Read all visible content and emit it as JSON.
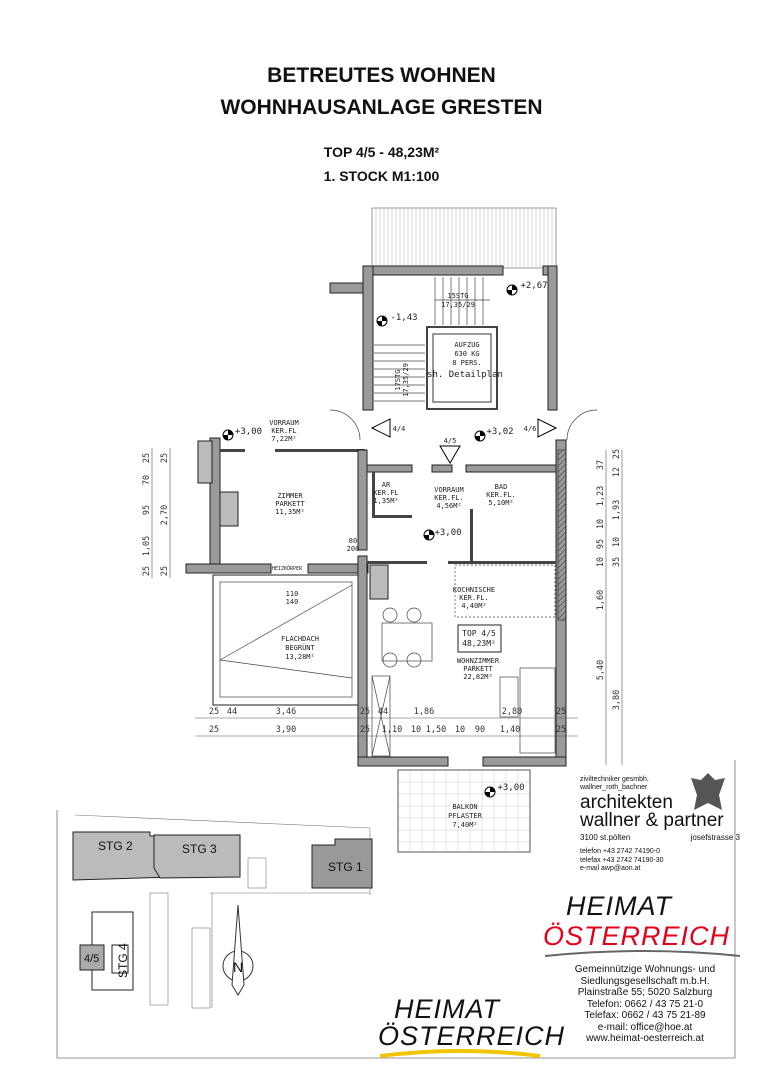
{
  "header": {
    "line1": "BETREUTES WOHNEN",
    "line2": "WOHNHAUSANLAGE GRESTEN",
    "unit": "TOP 4/5 - 48,23M²",
    "floor_scale": "1. STOCK   M1:100"
  },
  "rooms": [
    {
      "name": "VORRAUM",
      "floor": "KER.FL",
      "area": "7,22M²"
    },
    {
      "name": "ZIMMER",
      "floor": "PARKETT",
      "area": "11,35M²"
    },
    {
      "name": "AR",
      "floor": "KER.FL",
      "area": "1,35M²"
    },
    {
      "name": "VORRAUM",
      "floor": "KER.FL.",
      "area": "4,56M²"
    },
    {
      "name": "BAD",
      "floor": "KER.FL.",
      "area": "5,10M²"
    },
    {
      "name": "KOCHNISCHE",
      "floor": "KER.FL.",
      "area": "4,40M²"
    },
    {
      "name": "WOHNZIMMER",
      "floor": "PARKETT",
      "area": "22,82M²"
    },
    {
      "name": "FLACHDACH",
      "floor": "BEGRÜNT",
      "area": "13,28M²"
    },
    {
      "name": "BALKON",
      "floor": "PFLASTER",
      "area": "7,40M²"
    }
  ],
  "unit_box": {
    "top": "TOP 4/5",
    "area": "48,23M²"
  },
  "stairs": {
    "upper": "15STG",
    "upper_ratio": "17,35/29",
    "lower": "17STG",
    "lower_ratio": "17,35/29"
  },
  "elevator": {
    "l1": "AUFZUG",
    "l2": "630 KG",
    "l3": "8 PERS.",
    "note": "sh. Detailplan"
  },
  "levels": [
    "+3,00",
    "-1,43",
    "+2,67",
    "+3,02",
    "+3,00",
    "+3,00"
  ],
  "doors": [
    "4/4",
    "4/5",
    "4/6"
  ],
  "radiator": "HEIZKÖRPER",
  "dimensions": {
    "row1": [
      "25",
      "44",
      "3,46",
      "25",
      "44",
      "1,86",
      "2,80",
      "25"
    ],
    "row2": [
      "25",
      "3,90",
      "25",
      "1,10",
      "10",
      "1,50",
      "10",
      "90",
      "1,40",
      "25"
    ],
    "left_a": [
      "25",
      "70",
      "95",
      "1,05",
      "25"
    ],
    "left_b": [
      "25",
      "2,70",
      "25"
    ],
    "right_a": [
      "37",
      "1,23",
      "10",
      "95",
      "10",
      "1,60",
      "5,40"
    ],
    "right_b": [
      "12",
      "25",
      "1,93",
      "10",
      "35",
      "3,80"
    ],
    "window": [
      "110",
      "140"
    ],
    "door": [
      "80",
      "200"
    ]
  },
  "site_plan": {
    "buildings": [
      "STG 2",
      "STG 3",
      "STG 1",
      "STG 4",
      "4/5"
    ],
    "north": "N"
  },
  "architect": {
    "line1": "ziviltechniker gesmbh.",
    "line2": "wallner_roth_bachner",
    "name1": "architekten",
    "name2": "wallner & partner",
    "city": "3100  st.pölten",
    "street": "josefstrasse 3",
    "phone": "telefon +43 2742 74190-0",
    "fax": "telefax +43 2742 74190-30",
    "email": "e-mail awp@aon.at"
  },
  "cooperative": {
    "logo1": "HEIMAT",
    "logo2": "ÖSTERREICH",
    "l1": "Gemeinnützige Wohnungs- und",
    "l2": "Siedlungsgesellschaft m.b.H.",
    "l3": "Plainstraße 55; 5020 Salzburg",
    "l4": "Telefon: 0662 / 43 75 21-0",
    "l5": "Telefax: 0662 / 43 75 21-89",
    "l6": "e-mail: office@hoe.at",
    "l7": "www.heimat-oesterreich.at"
  },
  "colors": {
    "logo_red": "#e3001b",
    "logo_yellow": "#f2c500",
    "wall": "#9a9a9a"
  }
}
